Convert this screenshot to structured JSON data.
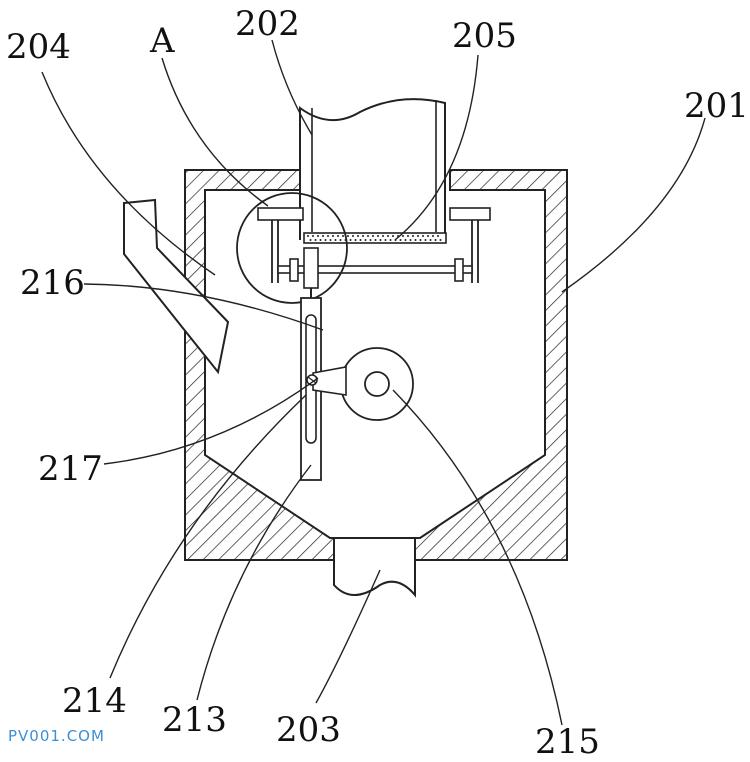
{
  "labels": {
    "l201": "201",
    "l202": "202",
    "l203": "203",
    "l204": "204",
    "l205": "205",
    "l213": "213",
    "l214": "214",
    "l215": "215",
    "l216": "216",
    "l217": "217",
    "lA": "A"
  },
  "watermark": "PV001.COM",
  "colors": {
    "line": "#222222",
    "watermark": "#3b8fd6"
  }
}
